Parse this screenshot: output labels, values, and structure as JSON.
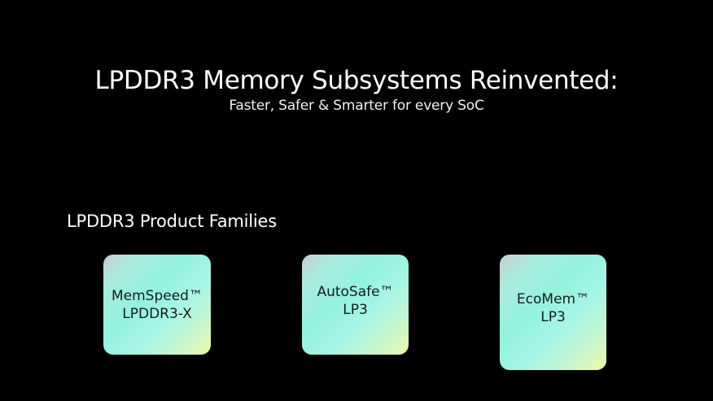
{
  "header": {
    "title": "LPDDR3 Memory Subsystems Reinvented:",
    "subtitle": "Faster, Safer & Smarter for every SoC"
  },
  "section": {
    "heading": "LPDDR3 Product Families",
    "cards": [
      {
        "name": "MemSpeed™",
        "variant": "LPDDR3-X"
      },
      {
        "name": "AutoSafe™",
        "variant": "LP3"
      },
      {
        "name": "EcoMem™",
        "variant": "LP3"
      }
    ]
  },
  "colors": {
    "background": "#000000",
    "text": "#ffffff",
    "card_gradient_start": "#c4cfcf",
    "card_gradient_mid": "#93f2e0",
    "card_gradient_end": "#eef9a6",
    "card_text": "#1a1a1a"
  }
}
